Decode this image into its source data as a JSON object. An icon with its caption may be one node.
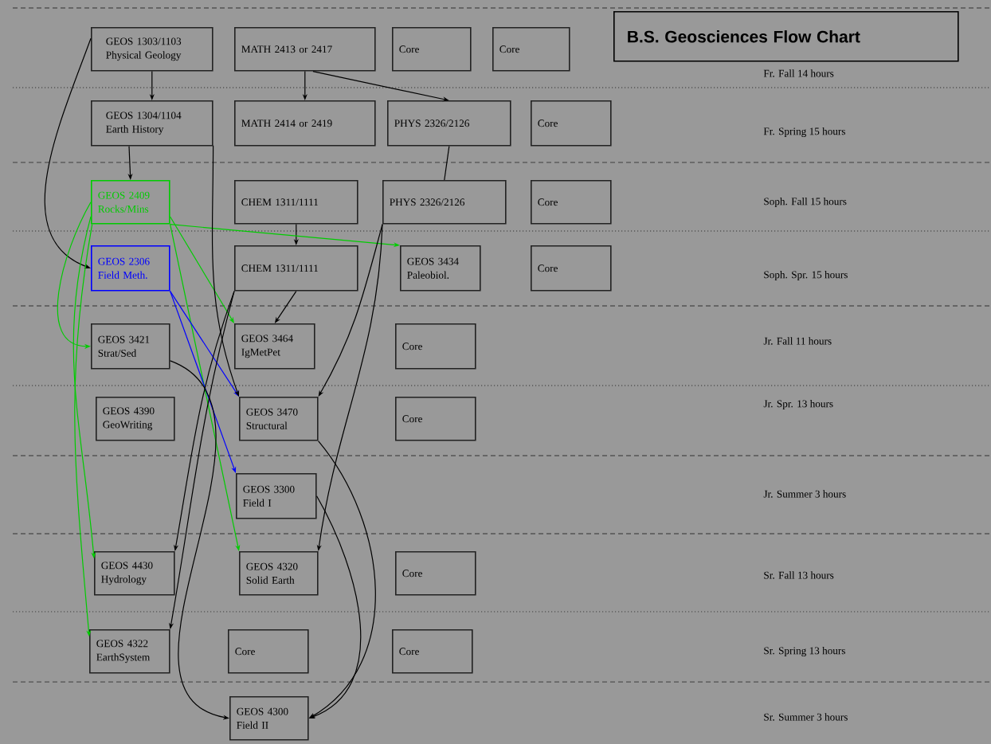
{
  "diagram": {
    "title": "B.S. Geosciences Flow Chart",
    "nodes": [
      {
        "text": [
          "GEOS 1303/1103 Physical Geology"
        ]
      },
      {
        "text": [
          "MATH 2413 or 2417"
        ]
      },
      {
        "text": [
          "Core"
        ]
      },
      {
        "text": [
          "Core"
        ]
      },
      {
        "text": [
          "GEOS 1304/1104 Earth History"
        ]
      },
      {
        "text": [
          "MATH 2414 or 2419"
        ]
      },
      {
        "text": [
          "PHYS 2326/2126"
        ]
      },
      {
        "text": [
          "Core"
        ]
      },
      {
        "text": [
          "GEOS 2409 Rocks/Mins"
        ]
      },
      {
        "text": [
          "CHEM 1311/1111"
        ]
      },
      {
        "text": [
          "PHYS 2326/2126"
        ]
      },
      {
        "text": [
          "Core"
        ]
      },
      {
        "text": [
          "GEOS 2306 Field Meth."
        ]
      },
      {
        "text": [
          "CHEM 1311/1111"
        ]
      },
      {
        "text": [
          "GEOS 3434 Paleobiol."
        ]
      },
      {
        "text": [
          "Core"
        ]
      },
      {
        "text": [
          "GEOS 3421 Strat/Sed"
        ]
      },
      {
        "text": [
          "GEOS 3464 IgMetPet"
        ]
      },
      {
        "text": [
          "Core"
        ]
      },
      {
        "text": [
          "GEOS 4390 GeoWriting"
        ]
      },
      {
        "text": [
          "GEOS 3470 Structural"
        ]
      },
      {
        "text": [
          "Core"
        ]
      },
      {
        "text": [
          "GEOS 3300 Field I"
        ]
      },
      {
        "text": [
          "GEOS 4430 Hydrology"
        ]
      },
      {
        "text": [
          "GEOS 4320 Solid Earth"
        ]
      },
      {
        "text": [
          "Core"
        ]
      },
      {
        "text": [
          "GEOS 4322 EarthSystem"
        ]
      },
      {
        "text": [
          "Core"
        ]
      },
      {
        "text": [
          "Core"
        ]
      },
      {
        "text": [
          "GEOS 4300 Field II"
        ]
      }
    ],
    "edges": [
      {
        "from": 0,
        "to": 4,
        "arrow": "to"
      },
      {
        "from": 1,
        "to": 5,
        "arrow": "to"
      },
      {
        "from": 1,
        "to": 6,
        "arrow": "to"
      },
      {
        "from": 4,
        "to": 8,
        "arrow": "to"
      },
      {
        "from": 6,
        "to": 10,
        "arrow": "none"
      },
      {
        "from": 9,
        "to": 13,
        "arrow": "to"
      },
      {
        "from": 13,
        "to": 17,
        "arrow": "to"
      },
      {
        "from": 0,
        "to": 12,
        "arrow": "to"
      },
      {
        "from": 8,
        "to": 14,
        "arrow": "to",
        "color": "#00cc00"
      },
      {
        "from": 8,
        "to": 17,
        "arrow": "to",
        "color": "#00cc00"
      },
      {
        "from": 8,
        "to": 16,
        "arrow": "to",
        "color": "#00cc00"
      },
      {
        "from": 8,
        "to": 23,
        "arrow": "to",
        "color": "#00cc00"
      },
      {
        "from": 8,
        "to": 26,
        "arrow": "to",
        "color": "#00cc00"
      },
      {
        "from": 8,
        "to": 24,
        "arrow": "to",
        "color": "#00cc00"
      },
      {
        "from": 12,
        "to": 20,
        "arrow": "to",
        "color": "#0000ff"
      },
      {
        "from": 12,
        "to": 22,
        "arrow": "to",
        "color": "#0000ff"
      },
      {
        "from": 4,
        "to": 20,
        "arrow": "to"
      },
      {
        "from": 10,
        "to": 20,
        "arrow": "to"
      },
      {
        "from": 10,
        "to": 24,
        "arrow": "to"
      },
      {
        "from": 13,
        "to": 23,
        "arrow": "to"
      },
      {
        "from": 13,
        "to": 26,
        "arrow": "to"
      },
      {
        "from": 16,
        "to": 29,
        "arrow": "to"
      },
      {
        "from": 20,
        "to": 29,
        "arrow": "to"
      },
      {
        "from": 22,
        "to": 29,
        "arrow": "to"
      }
    ],
    "labels": [
      "Fr. Fall 14 hours",
      "Fr. Spring 15 hours",
      "Soph. Fall 15 hours",
      "Soph. Spr. 15 hours",
      "Jr. Fall 11 hours",
      "Jr. Spr. 13 hours",
      "Jr. Summer 3 hours",
      "Sr. Fall 13 hours",
      "Sr. Spring 13 hours",
      "Sr. Summer 3 hours"
    ]
  }
}
